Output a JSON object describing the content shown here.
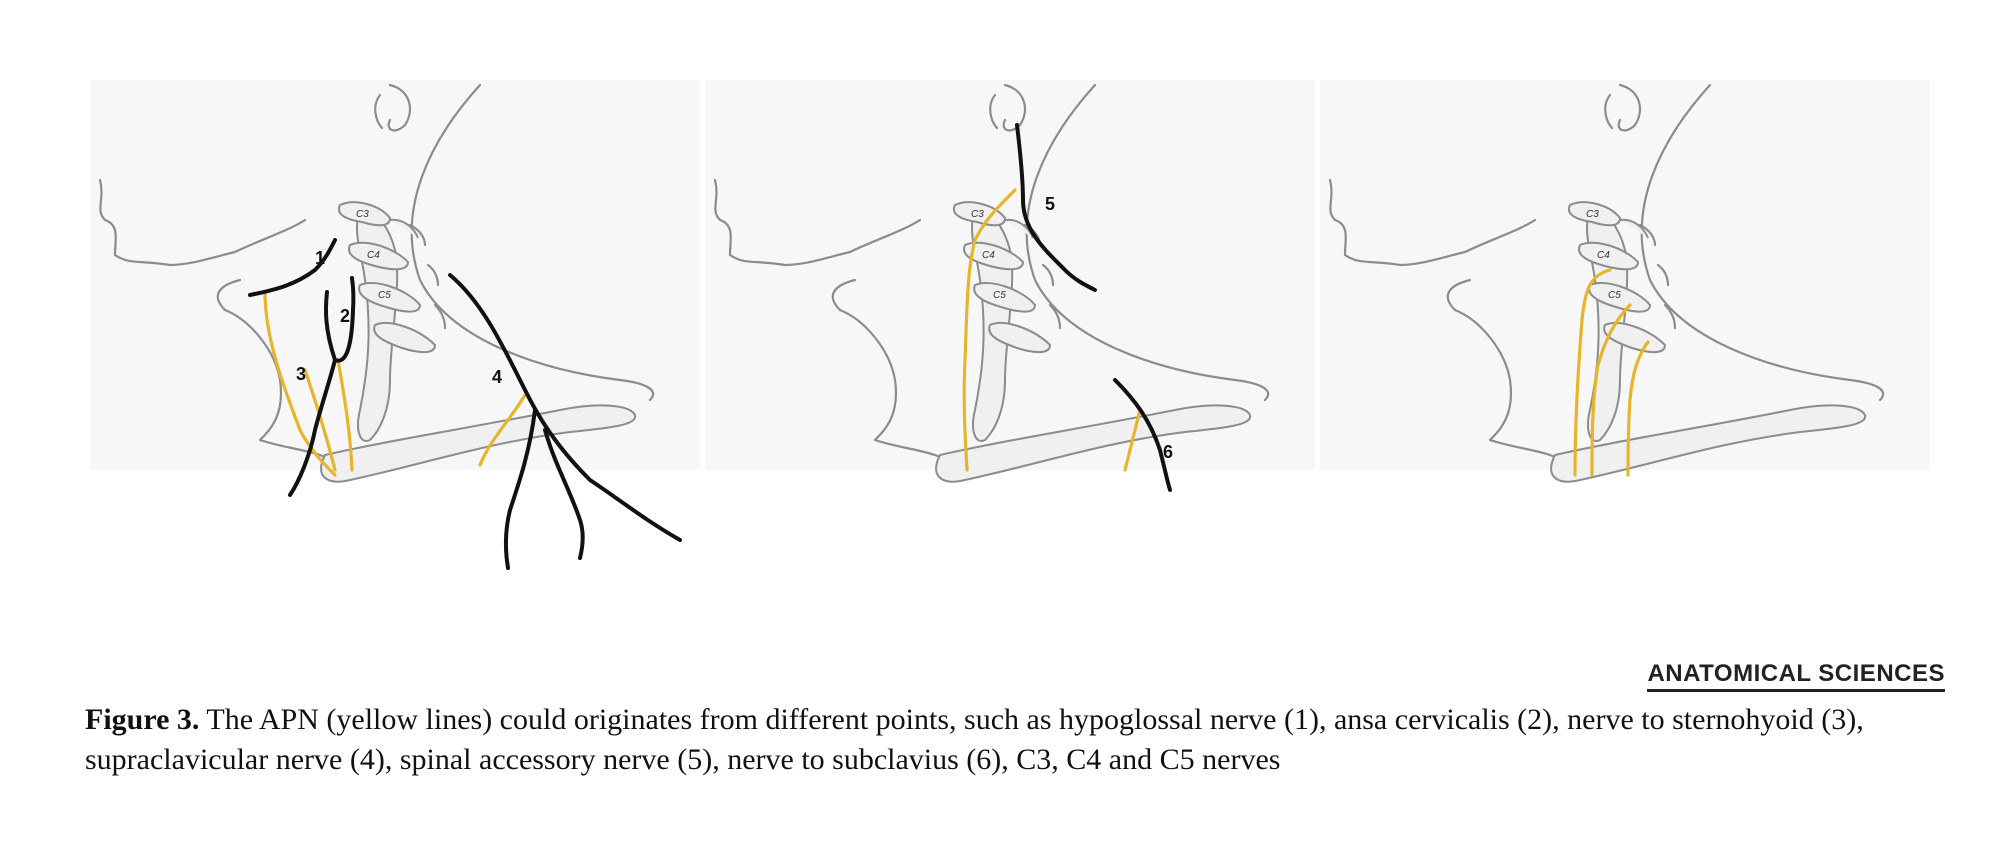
{
  "panels": [
    {
      "vertebra_labels": [
        "C3",
        "C4",
        "C5"
      ],
      "nerve_labels": [
        "1",
        "2",
        "3",
        "4"
      ]
    },
    {
      "vertebra_labels": [
        "C3",
        "C4",
        "C5"
      ],
      "nerve_labels": [
        "5",
        "6"
      ]
    },
    {
      "vertebra_labels": [
        "C3",
        "C4",
        "C5"
      ],
      "nerve_labels": []
    }
  ],
  "brand": "ANATOMICAL SCIENCES",
  "caption": {
    "label": "Figure 3.",
    "text": " The APN (yellow lines) could originates from different points, such as hypoglossal nerve (1), ansa cervicalis (2), nerve to sternohyoid (3), supraclavicular nerve (4), spinal accessory nerve (5), nerve to subclavius (6), C3, C4 and C5 nerves"
  },
  "colors": {
    "yellow_nerve": "#e8b52a",
    "black_nerve": "#111111",
    "outline": "#8c8c8c"
  }
}
